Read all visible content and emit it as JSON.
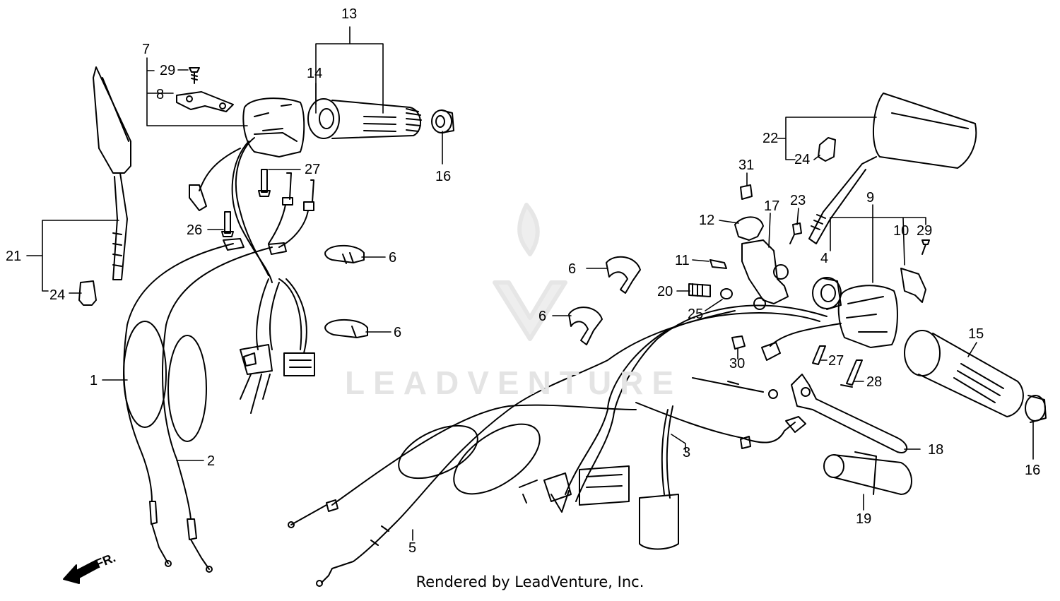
{
  "callouts": [
    "1",
    "2",
    "3",
    "4",
    "5",
    "6",
    "6",
    "6",
    "6",
    "7",
    "8",
    "9",
    "10",
    "11",
    "12",
    "13",
    "14",
    "15",
    "16",
    "16",
    "17",
    "18",
    "19",
    "20",
    "21",
    "22",
    "23",
    "24",
    "24",
    "25",
    "26",
    "27",
    "27",
    "28",
    "29",
    "29",
    "30",
    "31"
  ],
  "direction_label": "FR.",
  "footer_text": "Rendered by LeadVenture, Inc.",
  "watermark_text": "LEADVENTURE",
  "colors": {
    "line": "#000000",
    "watermark": "#e4e4e4"
  }
}
